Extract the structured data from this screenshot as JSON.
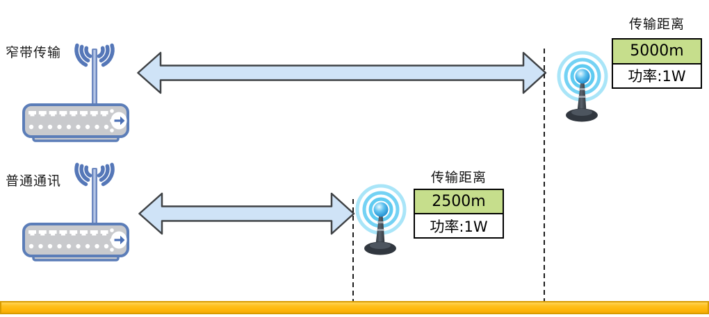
{
  "scenarios": {
    "narrowband": {
      "label": "窄带传输",
      "panel": {
        "title": "传输距离",
        "distance": "5000m",
        "power": "功率:1W"
      }
    },
    "normal": {
      "label": "普通通讯",
      "panel": {
        "title": "传输距离",
        "distance": "2500m",
        "power": "功率:1W"
      }
    }
  },
  "icons": {
    "router": "wifi-router-icon",
    "antenna": "antenna-tower-icon",
    "arrow": "double-headed-arrow-icon",
    "boundary": "dashed-boundary-line",
    "ground": "ground-bar"
  },
  "colors": {
    "arrow_fill": "#cfe3f7",
    "arrow_border": "#3f4245",
    "distance_bg": "#c6de8c",
    "ground_bar": "#ffc01e",
    "ground_border": "#d89b00",
    "router_blue": "#5b7db8",
    "router_gray": "#c9cacd",
    "ring_blue": "#5fcbf1"
  }
}
